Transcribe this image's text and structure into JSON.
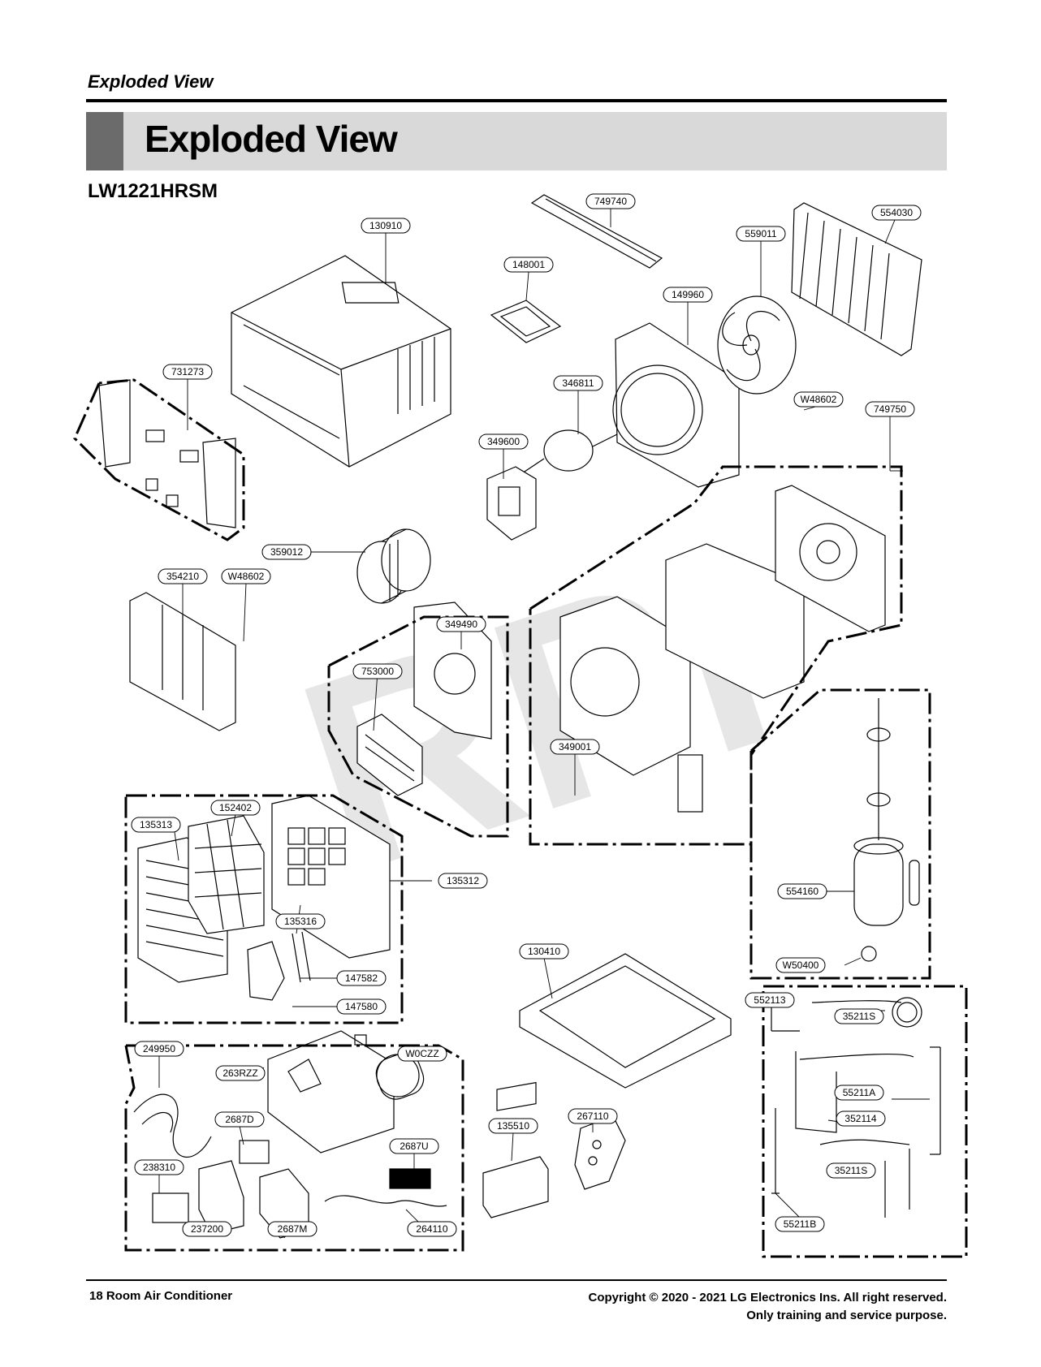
{
  "header": {
    "section_label": "Exploded View",
    "title": "Exploded View",
    "model": "LW1221HRSM"
  },
  "watermark": "RPI",
  "parts": [
    {
      "id": "p-749740",
      "label": "749740"
    },
    {
      "id": "p-554030",
      "label": "554030"
    },
    {
      "id": "p-130910",
      "label": "130910"
    },
    {
      "id": "p-559011",
      "label": "559011"
    },
    {
      "id": "p-148001",
      "label": "148001"
    },
    {
      "id": "p-149960",
      "label": "149960"
    },
    {
      "id": "p-731273",
      "label": "731273"
    },
    {
      "id": "p-346811",
      "label": "346811"
    },
    {
      "id": "p-W48602a",
      "label": "W48602"
    },
    {
      "id": "p-749750",
      "label": "749750"
    },
    {
      "id": "p-349600",
      "label": "349600"
    },
    {
      "id": "p-359012",
      "label": "359012"
    },
    {
      "id": "p-354210",
      "label": "354210"
    },
    {
      "id": "p-W48602b",
      "label": "W48602"
    },
    {
      "id": "p-349490",
      "label": "349490"
    },
    {
      "id": "p-753000",
      "label": "753000"
    },
    {
      "id": "p-349001",
      "label": "349001"
    },
    {
      "id": "p-135313",
      "label": "135313"
    },
    {
      "id": "p-152402",
      "label": "152402"
    },
    {
      "id": "p-135312",
      "label": "135312"
    },
    {
      "id": "p-135316",
      "label": "135316"
    },
    {
      "id": "p-554160",
      "label": "554160"
    },
    {
      "id": "p-147582",
      "label": "147582"
    },
    {
      "id": "p-130410",
      "label": "130410"
    },
    {
      "id": "p-W50400",
      "label": "W50400"
    },
    {
      "id": "p-147580",
      "label": "147580"
    },
    {
      "id": "p-552113",
      "label": "552113"
    },
    {
      "id": "p-35211S",
      "label": "35211S"
    },
    {
      "id": "p-249950",
      "label": "249950"
    },
    {
      "id": "p-W0CZZ",
      "label": "W0CZZ"
    },
    {
      "id": "p-263RZZ",
      "label": "263RZZ"
    },
    {
      "id": "p-55211A",
      "label": "55211A"
    },
    {
      "id": "p-2687D",
      "label": "2687D"
    },
    {
      "id": "p-267110",
      "label": "267110"
    },
    {
      "id": "p-135510",
      "label": "135510"
    },
    {
      "id": "p-2687U",
      "label": "2687U"
    },
    {
      "id": "p-352114",
      "label": "352114"
    },
    {
      "id": "p-238310",
      "label": "238310"
    },
    {
      "id": "p-35211S2",
      "label": "35211S"
    },
    {
      "id": "p-237200",
      "label": "237200"
    },
    {
      "id": "p-2687M",
      "label": "2687M"
    },
    {
      "id": "p-264110",
      "label": "264110"
    },
    {
      "id": "p-55211B",
      "label": "55211B"
    }
  ],
  "footer": {
    "page_label": "18  Room Air Conditioner",
    "copyright": "Copyright © 2020 - 2021 LG Electronics Ins. All right reserved.",
    "purpose": "Only training and service purpose."
  }
}
